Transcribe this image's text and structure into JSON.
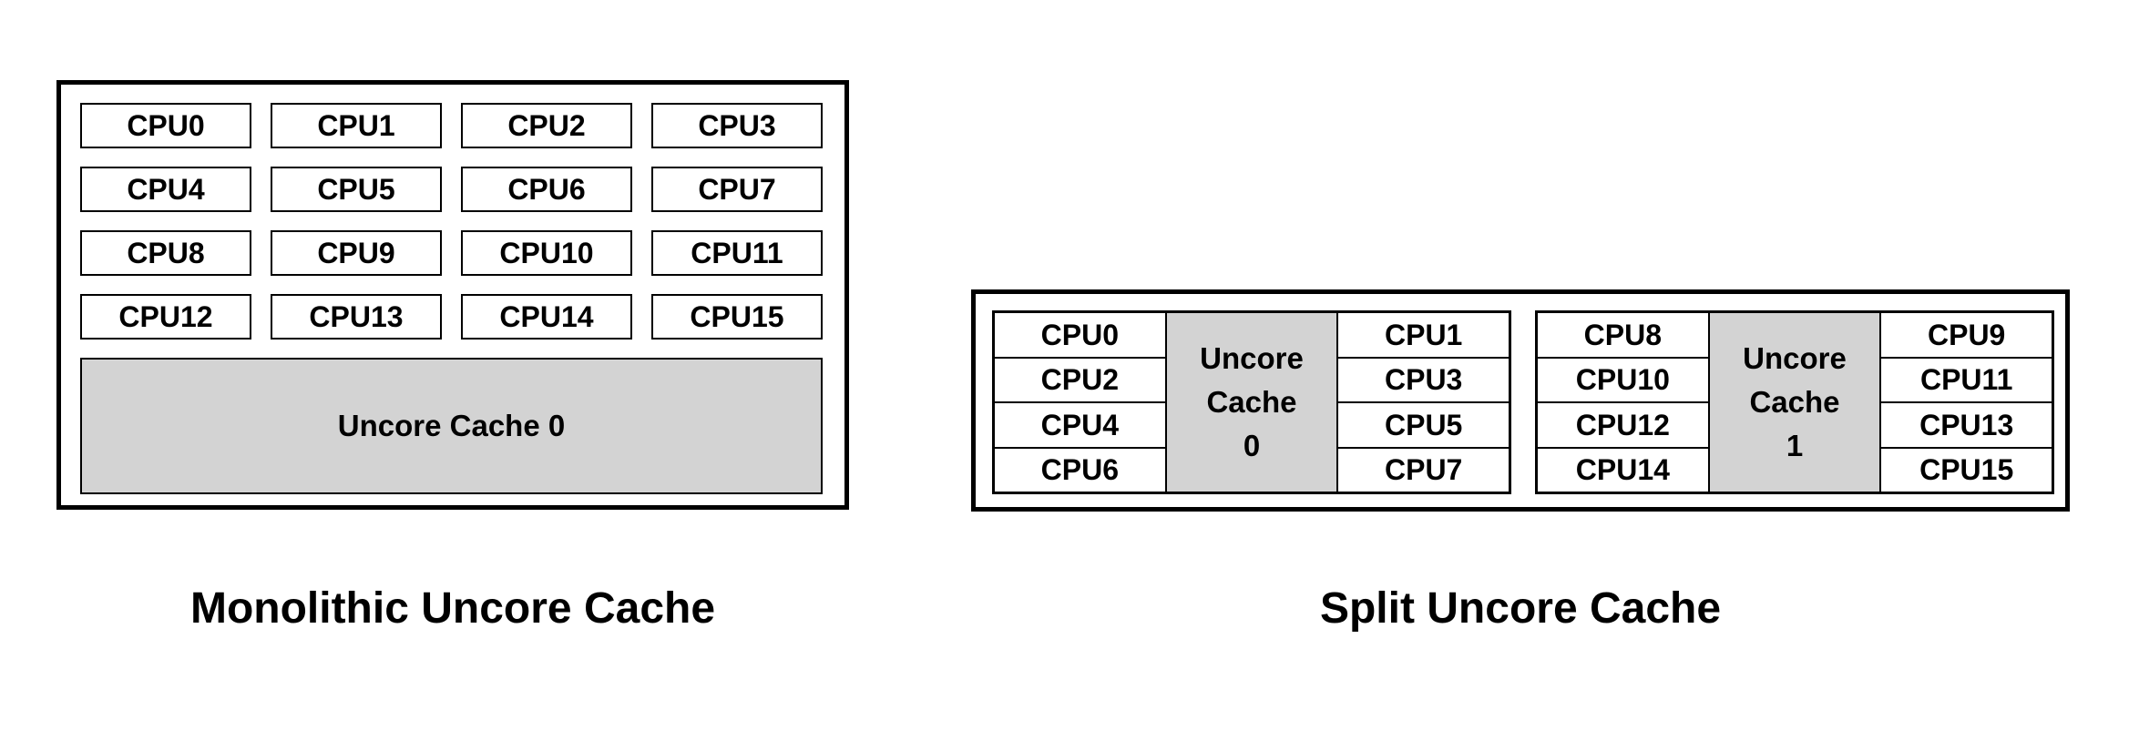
{
  "colors": {
    "cache_fill": "#d3d3d3",
    "border": "#000000",
    "text": "#000000",
    "background": "#ffffff"
  },
  "monolithic": {
    "caption": "Monolithic Uncore Cache",
    "cache_label": "Uncore Cache 0",
    "cpus": [
      "CPU0",
      "CPU1",
      "CPU2",
      "CPU3",
      "CPU4",
      "CPU5",
      "CPU6",
      "CPU7",
      "CPU8",
      "CPU9",
      "CPU10",
      "CPU11",
      "CPU12",
      "CPU13",
      "CPU14",
      "CPU15"
    ]
  },
  "split": {
    "caption": "Split Uncore Cache",
    "clusters": [
      {
        "left_cpus": [
          "CPU0",
          "CPU2",
          "CPU4",
          "CPU6"
        ],
        "cache_lines": [
          "Uncore",
          "Cache",
          "0"
        ],
        "right_cpus": [
          "CPU1",
          "CPU3",
          "CPU5",
          "CPU7"
        ]
      },
      {
        "left_cpus": [
          "CPU8",
          "CPU10",
          "CPU12",
          "CPU14"
        ],
        "cache_lines": [
          "Uncore",
          "Cache",
          "1"
        ],
        "right_cpus": [
          "CPU9",
          "CPU11",
          "CPU13",
          "CPU15"
        ]
      }
    ]
  }
}
